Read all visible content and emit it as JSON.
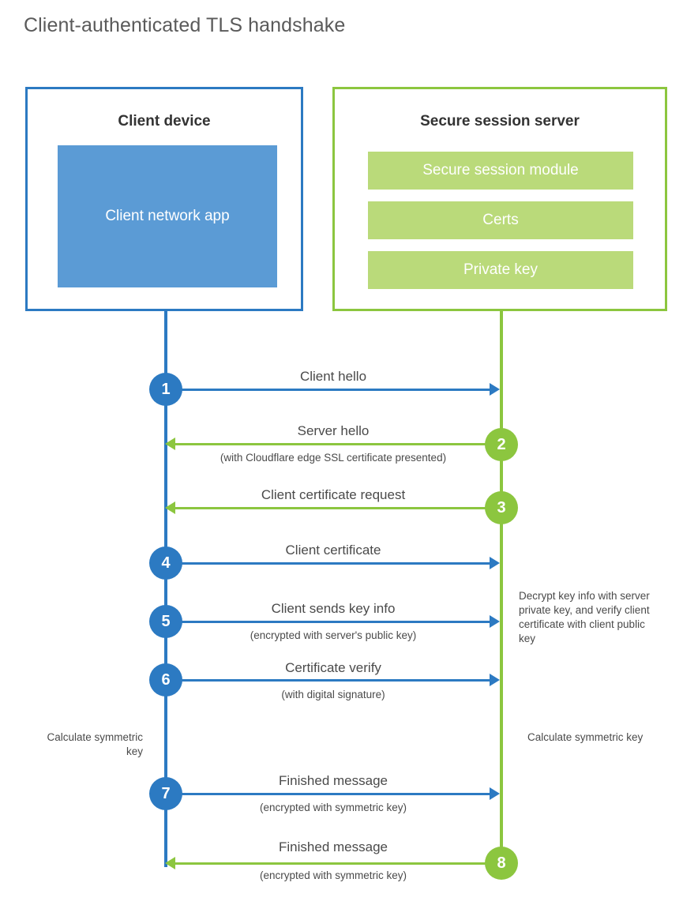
{
  "title": "Client-authenticated TLS handshake",
  "colors": {
    "blue": "#2c7ac2",
    "blue_light": "#5b9bd5",
    "green": "#8cc63f",
    "green_light": "#bada7a",
    "text": "#4a4a4a"
  },
  "entities": {
    "client": {
      "title": "Client device",
      "app_label": "Client network app"
    },
    "server": {
      "title": "Secure session server",
      "modules": [
        "Secure session module",
        "Certs",
        "Private key"
      ]
    }
  },
  "steps": [
    {
      "number": "1",
      "label": "Client hello",
      "sublabel": "",
      "direction": "client-to-server",
      "color": "blue"
    },
    {
      "number": "2",
      "label": "Server hello",
      "sublabel": "(with Cloudflare edge SSL certificate presented)",
      "direction": "server-to-client",
      "color": "green"
    },
    {
      "number": "3",
      "label": "Client certificate request",
      "sublabel": "",
      "direction": "server-to-client",
      "color": "green"
    },
    {
      "number": "4",
      "label": "Client certificate",
      "sublabel": "",
      "direction": "client-to-server",
      "color": "blue"
    },
    {
      "number": "5",
      "label": "Client sends key info",
      "sublabel": "(encrypted with server's public key)",
      "direction": "client-to-server",
      "color": "blue"
    },
    {
      "number": "6",
      "label": "Certificate verify",
      "sublabel": "(with digital signature)",
      "direction": "client-to-server",
      "color": "blue"
    },
    {
      "number": "7",
      "label": "Finished message",
      "sublabel": "(encrypted with symmetric key)",
      "direction": "client-to-server",
      "color": "blue"
    },
    {
      "number": "8",
      "label": "Finished message",
      "sublabel": "(encrypted with symmetric key)",
      "direction": "server-to-client",
      "color": "green"
    }
  ],
  "notes": {
    "server_decrypt": "Decrypt key info with server private key, and verify client certificate with client public key",
    "client_calculate": "Calculate symmetric key",
    "server_calculate": "Calculate symmetric key"
  }
}
